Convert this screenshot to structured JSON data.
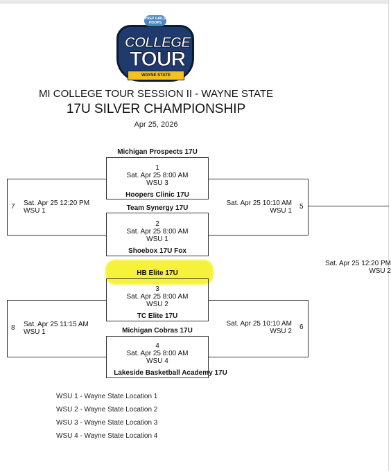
{
  "logo": {
    "top_text": "PREP GIRLS HOOPS",
    "word1": "COLLEGE",
    "word2": "TOUR",
    "ribbon": "WAYNE STATE"
  },
  "header": {
    "title": "MI COLLEGE TOUR SESSION II - WAYNE STATE",
    "subtitle": "17U SILVER CHAMPIONSHIP",
    "date": "Apr 25, 2026"
  },
  "games": [
    {
      "number": "1",
      "time": "Sat. Apr 25 8:00 AM",
      "location": "WSU 3",
      "top_team": "Michigan Prospects 17U",
      "bottom_team": "Hoopers Clinic 17U"
    },
    {
      "number": "2",
      "time": "Sat. Apr 25 8:00 AM",
      "location": "WSU 1",
      "top_team": "Team Synergy 17U",
      "bottom_team": "Shoebox 17U Fox"
    },
    {
      "number": "3",
      "time": "Sat. Apr 25 8:00 AM",
      "location": "WSU 2",
      "top_team": "HB Elite 17U",
      "bottom_team": "TC Elite 17U"
    },
    {
      "number": "4",
      "time": "Sat. Apr 25 8:00 AM",
      "location": "WSU 4",
      "top_team": "Michigan Cobras 17U",
      "bottom_team": "Lakeside Basketball Academy 17U"
    }
  ],
  "side_games": [
    {
      "number": "5",
      "time": "Sat. Apr 25 10:10 AM",
      "location": "WSU 1"
    },
    {
      "number": "6",
      "time": "Sat. Apr 25 10:10 AM",
      "location": "WSU 2"
    },
    {
      "number": "7",
      "time": "Sat. Apr 25 12:20 PM",
      "location": "WSU 1"
    },
    {
      "number": "8",
      "time": "Sat. Apr 25 11:15 AM",
      "location": "WSU 1"
    }
  ],
  "final_partial": {
    "time": "Sat. Apr 25 12:20 PM",
    "location": "WSU 2"
  },
  "legend": [
    "WSU 1 - Wayne State Location 1",
    "WSU 2 - Wayne State Location 2",
    "WSU 3 - Wayne State Location 3",
    "WSU 4 - Wayne State Location 4"
  ],
  "colors": {
    "highlight": "#f6f23c",
    "logo_blue": "#1f3b6e",
    "logo_gold": "#f4c21b"
  }
}
